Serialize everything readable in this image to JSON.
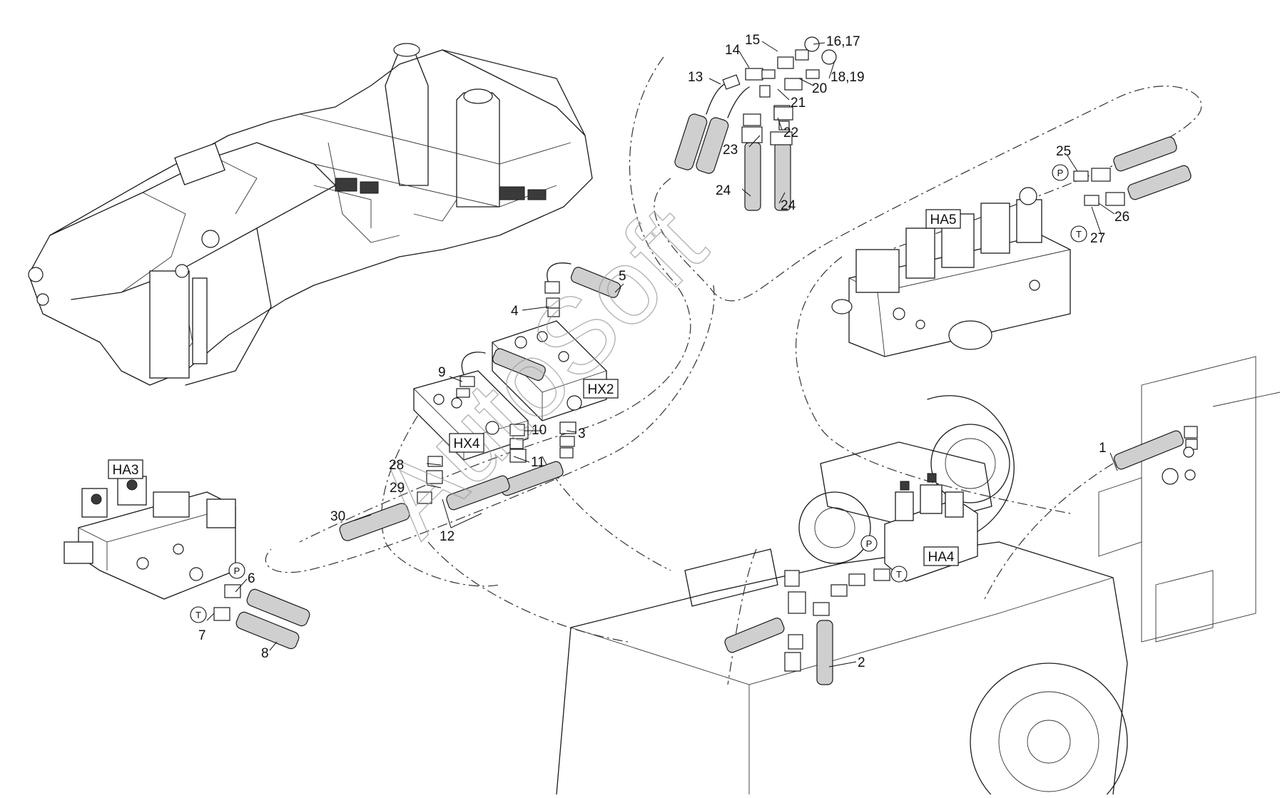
{
  "watermark": "AutoSoft",
  "assembly_tags": [
    "HA3",
    "HA4",
    "HA5",
    "HX2",
    "HX4"
  ],
  "port_markers": [
    "P",
    "T"
  ],
  "callouts": [
    "1",
    "2",
    "3",
    "4",
    "5",
    "6",
    "7",
    "8",
    "9",
    "10",
    "11",
    "12",
    "13",
    "14",
    "15",
    "16,17",
    "18,19",
    "20",
    "21",
    "22",
    "23",
    "24",
    "25",
    "26",
    "27",
    "28",
    "29",
    "30"
  ]
}
